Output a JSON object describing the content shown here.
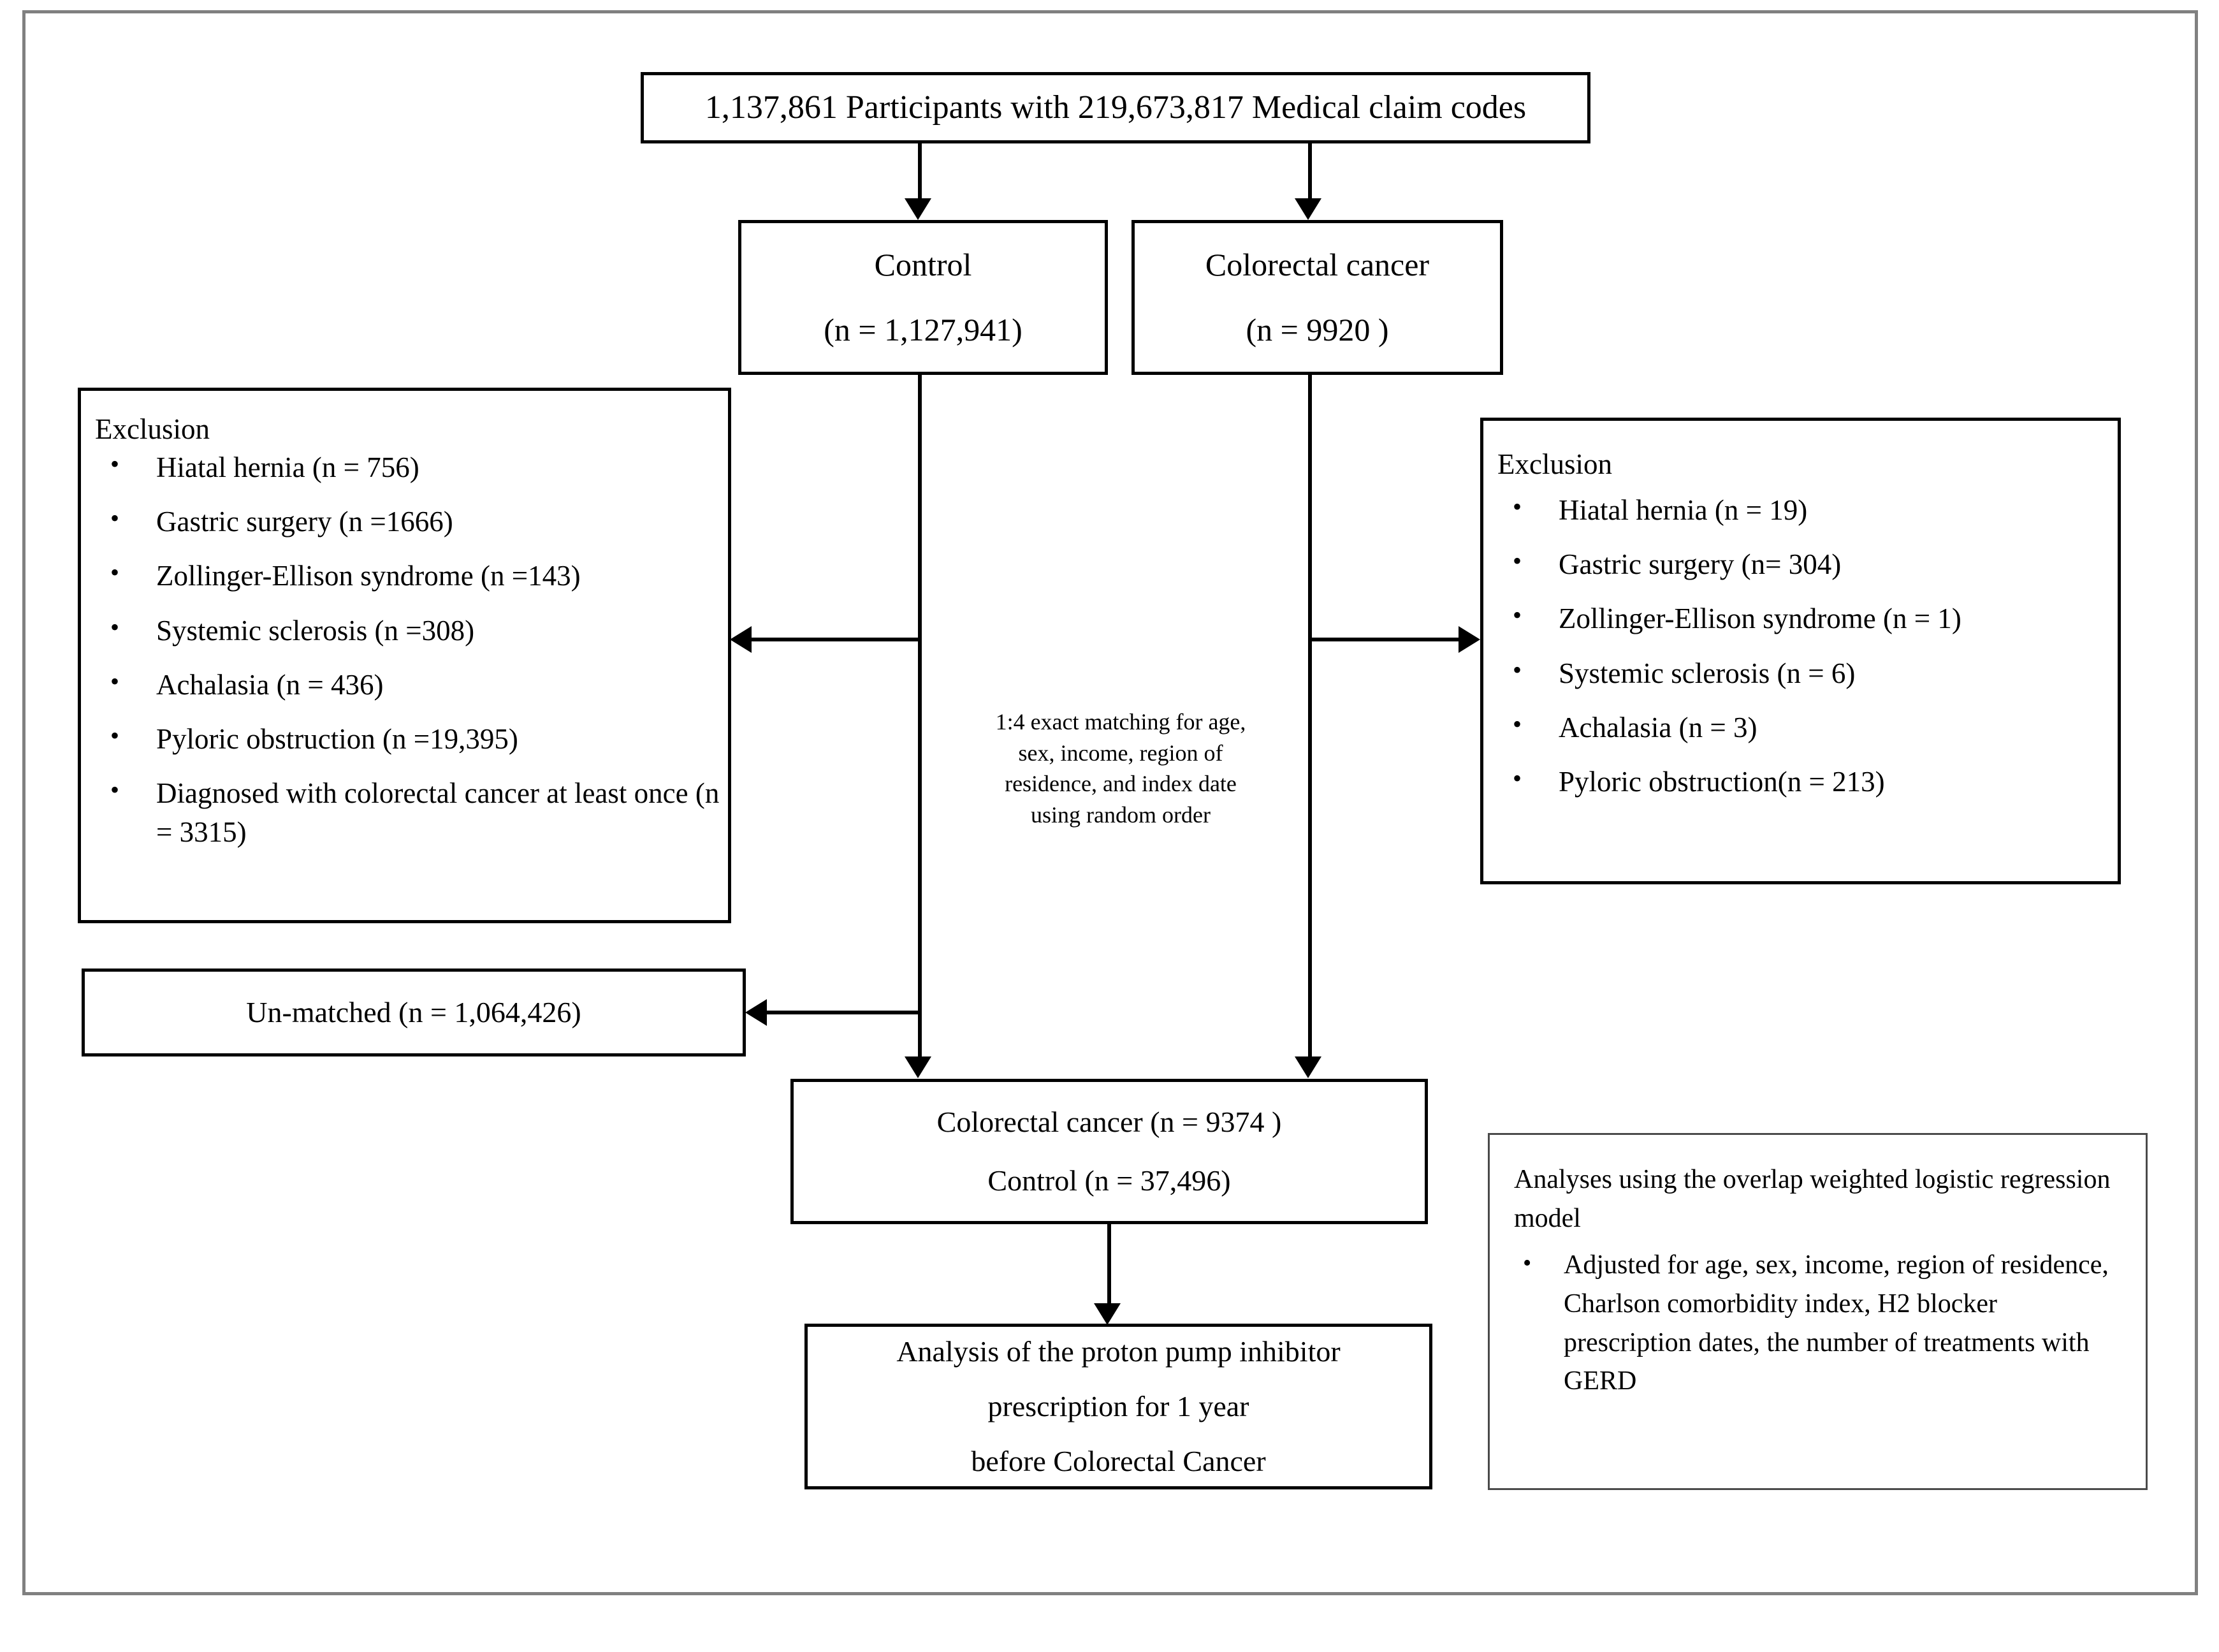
{
  "figure": {
    "type": "study-flow-diagram",
    "title_box": {
      "text": "1,137,861    Participants with 219,673,817    Medical claim codes"
    },
    "groups": {
      "control": {
        "label": "Control",
        "count": "(n =   1,127,941)"
      },
      "cancer": {
        "label": "Colorectal cancer",
        "count": "(n =  9920 )"
      }
    },
    "exclusion_left": {
      "heading": "Exclusion",
      "bullet": "•",
      "items": [
        "Hiatal hernia (n = 756)",
        "Gastric surgery (n =1666)",
        "Zollinger-Ellison syndrome (n =143)",
        "Systemic sclerosis (n =308)",
        "Achalasia (n = 436)",
        "Pyloric obstruction (n =19,395)",
        "Diagnosed with colorectal cancer at least once (n = 3315)"
      ]
    },
    "exclusion_right": {
      "heading": "Exclusion",
      "bullet": "•",
      "items": [
        "Hiatal hernia (n = 19)",
        "Gastric surgery (n= 304)",
        "Zollinger-Ellison syndrome (n = 1)",
        "Systemic sclerosis (n = 6)",
        "Achalasia (n = 3)",
        "Pyloric obstruction(n = 213)"
      ]
    },
    "matching_caption": {
      "lines": [
        "1:4 exact matching for age,",
        "sex, income, region of",
        "residence, and index date",
        "using random order"
      ]
    },
    "unmatched_box": {
      "text": "Un-matched (n = 1,064,426)"
    },
    "matched_cohort": {
      "line1": "Colorectal cancer (n  = 9374 )",
      "line2": "Control (n = 37,496)"
    },
    "analysis_box": {
      "line1": "Analysis of the proton pump inhibitor",
      "line2": "prescription for 1 year",
      "line3": "before Colorectal Cancer"
    },
    "analyses_note": {
      "heading": "Analyses using the overlap weighted logistic regression model",
      "bullet": "•",
      "items": [
        "Adjusted for age, sex, income, region of residence, Charlson comorbidity index, H2 blocker prescription dates, the number of treatments with GERD"
      ]
    }
  }
}
